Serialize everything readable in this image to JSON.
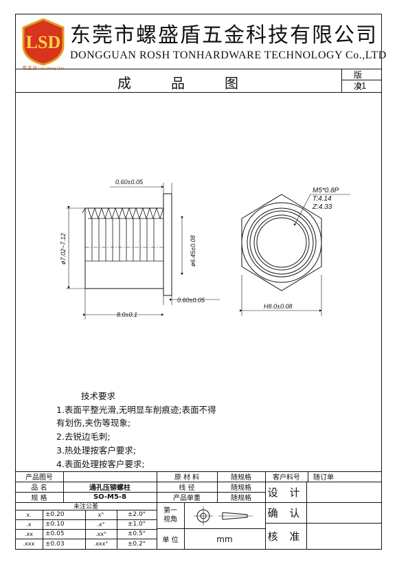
{
  "header": {
    "company_cn": "东莞市螺盛盾五金科技有限公司",
    "company_en": "DONGGUAN ROSH TONHARDWARE TECHNOLOGY Co.,LTD",
    "logo_caption_cn": "螺 盛 盾",
    "logo_caption_en": "Luo Sheng Dun",
    "logo_letters": "LSD"
  },
  "title_row": {
    "chars": [
      "成",
      "品",
      "图"
    ],
    "revision_label": "版 次",
    "revision_value": "01"
  },
  "drawing": {
    "dims": {
      "flange_thk_top": "0.60±0.05",
      "flange_thk_bottom": "0.60±0.05",
      "knurl_dia": "ø7.02~7.12",
      "shank_dia": "ø6.45±0.08",
      "length": "8.0±0.1",
      "thread": "M5*0.8P",
      "thread_t": "T:4.14",
      "thread_z": "Z:4.33",
      "hex": "H8.0±0.08"
    }
  },
  "requirements": {
    "title": "技术要求",
    "lines": [
      "1.表面平整光滑,无明显车削痕迹;表面不得",
      "有划伤,夹伤等现象;",
      "2.去锐边毛刺;",
      "3.热处理按客户要求;",
      "4.表面处理按客户要求;"
    ]
  },
  "table": {
    "product_no_label": "产品图号",
    "product_no_value": "",
    "name_label": "品    名",
    "name_value": "通孔压铆螺柱",
    "spec_label": "规    格",
    "spec_value": "SO-M5-8",
    "material_label": "原 材 料",
    "material_value": "随规格",
    "wire_label": "线    径",
    "wire_value": "随规格",
    "weight_label": "产品单重",
    "weight_value": "随规格",
    "customer_no_label": "客户料号",
    "customer_no_value": "随订单",
    "design_label": "设 计",
    "confirm_label": "确 认",
    "review_label": "核 准",
    "tolerance_title": "未注公差",
    "tolerances": [
      {
        "a": "x.",
        "b": "±0.20",
        "c": "x°",
        "d": "±2.0°"
      },
      {
        "a": ".x",
        "b": "±0.10",
        "c": ".x°",
        "d": "±1.0°"
      },
      {
        "a": ".xx",
        "b": "±0.05",
        "c": ".xx°",
        "d": "±0.5°"
      },
      {
        "a": ".xxx",
        "b": "±0.03",
        "c": ".xxx°",
        "d": "±0.2°"
      }
    ],
    "projection_label": "第一\n视角",
    "unit_label": "单    位",
    "unit_value": "mm"
  }
}
